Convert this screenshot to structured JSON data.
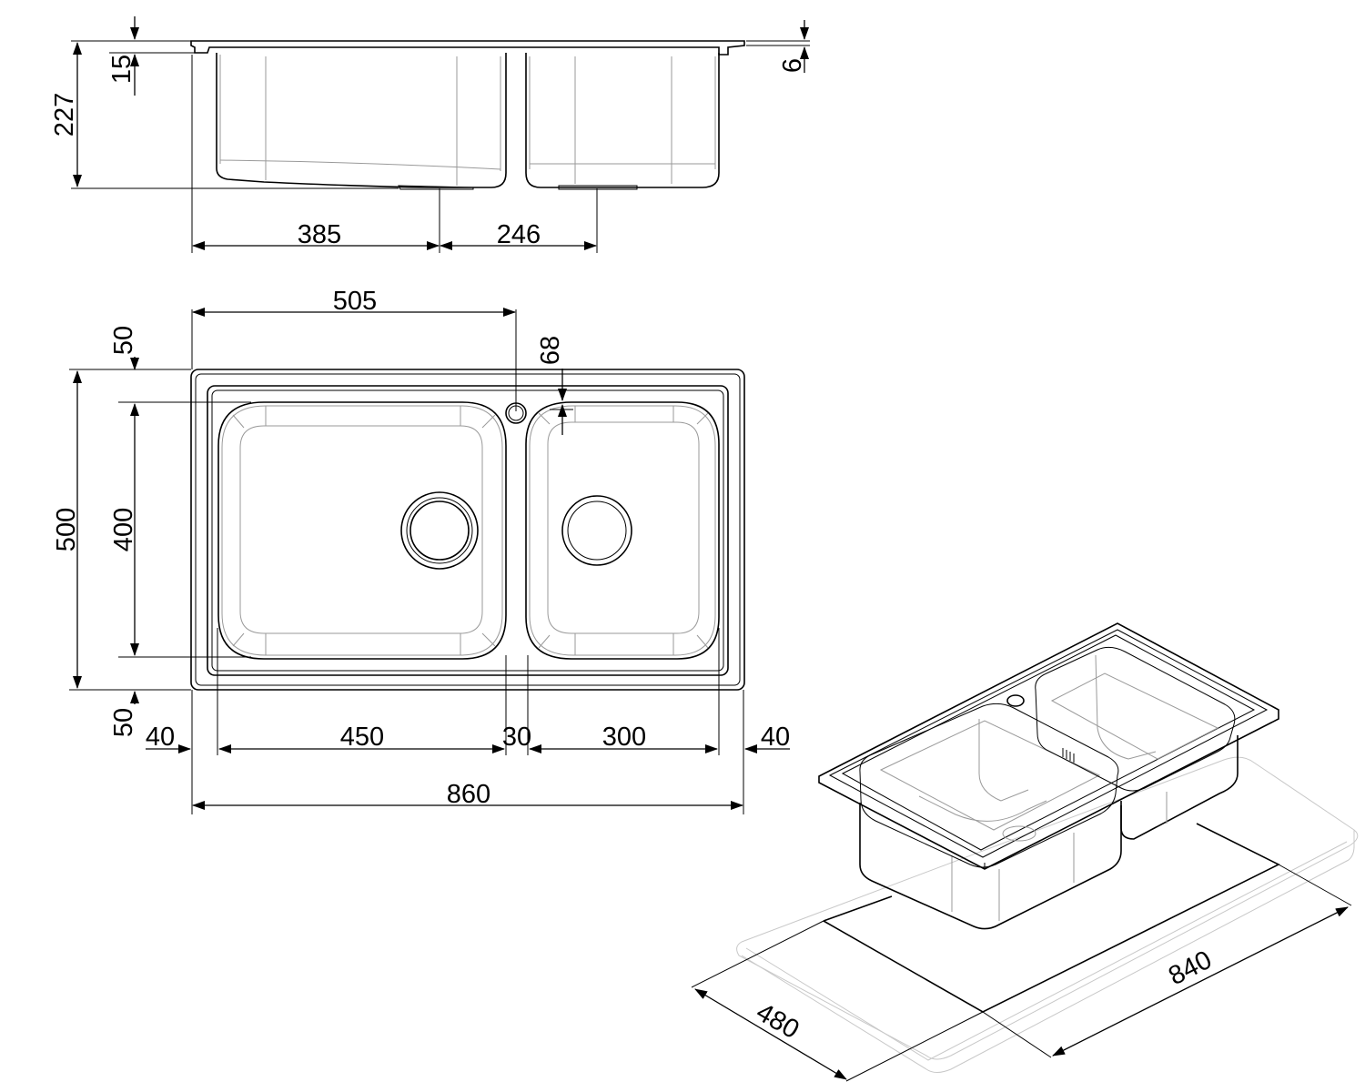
{
  "drawing": {
    "side_view": {
      "dims": {
        "total_depth": "227",
        "rim_to_flange": "15",
        "flange_thickness": "6",
        "left_drain_offset": "385",
        "drain_spacing": "246"
      }
    },
    "top_view": {
      "dims": {
        "tap_hole_offset": "505",
        "tap_hole_to_bowl": "68",
        "top_margin": "50",
        "overall_depth": "500",
        "bowl_depth": "400",
        "bottom_margin": "50",
        "left_margin": "40",
        "large_bowl_width": "450",
        "divider_width": "30",
        "small_bowl_width": "300",
        "right_margin": "40",
        "overall_width": "860"
      }
    },
    "cutout_view": {
      "dims": {
        "cutout_depth": "480",
        "cutout_width": "840"
      }
    }
  }
}
